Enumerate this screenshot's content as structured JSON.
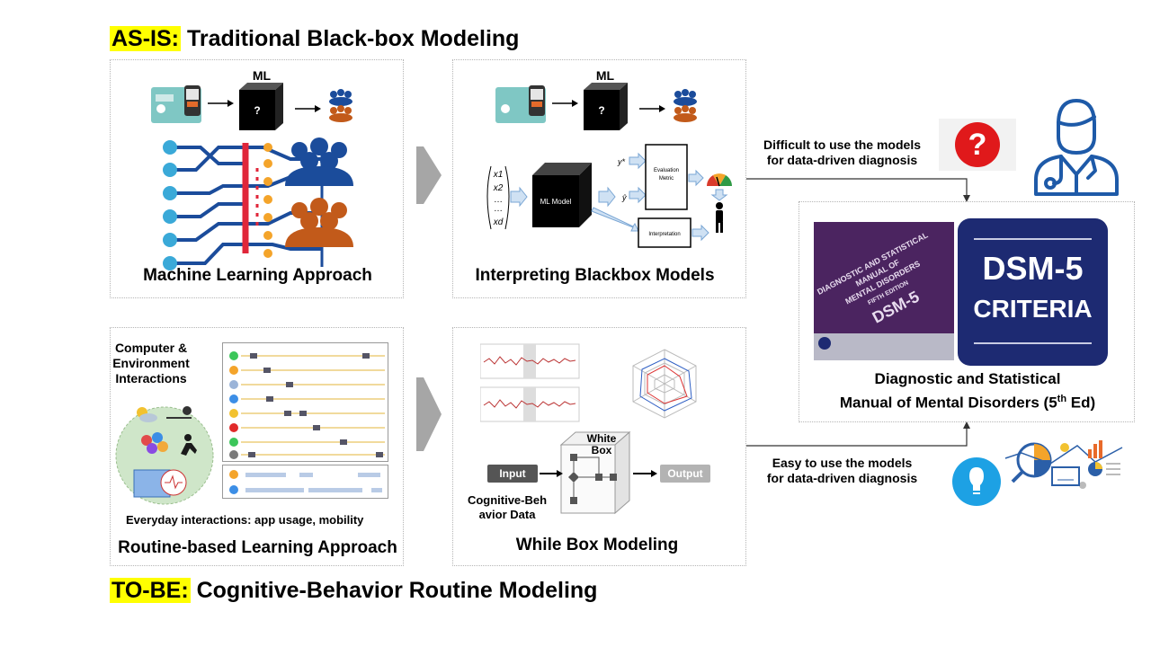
{
  "as_is": {
    "tag": "AS-IS:",
    "title": "Traditional Black-box Modeling"
  },
  "to_be": {
    "tag": "TO-BE:",
    "title": "Cognitive-Behavior Routine Modeling"
  },
  "panel_ml": {
    "box_label": "ML",
    "box_symbol": "?",
    "caption": "Machine Learning Approach"
  },
  "panel_interp": {
    "box_label": "ML",
    "box_symbol": "?",
    "model_label": "ML Model",
    "eval_label_1": "Evaluation",
    "eval_label_2": "Metric",
    "interp_label": "Interpretation",
    "y_star": "y*",
    "y_hat": "ŷ",
    "x1": "x1",
    "x2": "x2",
    "xdots": "…",
    "xd": "xd",
    "caption": "Interpreting Blackbox Models"
  },
  "panel_routine": {
    "label_line1": "Computer &",
    "label_line2": "Environment",
    "label_line3": "Interactions",
    "subcaption": "Everyday interactions: app usage, mobility",
    "caption": "Routine-based Learning Approach"
  },
  "panel_whitebox": {
    "white_label_1": "White",
    "white_label_2": "Box",
    "input_label": "Input",
    "output_label": "Output",
    "data_label_1": "Cognitive-Beh",
    "data_label_2": "avior Data",
    "caption": "While Box Modeling"
  },
  "arrows": {
    "difficult_line1": "Difficult to use the models",
    "difficult_line2": "for data-driven diagnosis",
    "easy_line1": "Easy to use the models",
    "easy_line2": "for data-driven diagnosis"
  },
  "dsm": {
    "book_lines": [
      "DIAGNOSTIC AND STATISTICAL",
      "MANUAL OF",
      "MENTAL DISORDERS",
      "FIFTH EDITION",
      "DSM-5"
    ],
    "badge_line1": "DSM-5",
    "badge_line2": "CRITERIA",
    "caption_line1": "Diagnostic and Statistical",
    "caption_line2": "Manual of Mental Disorders (5",
    "caption_sup": "th",
    "caption_end": " Ed)"
  },
  "icons": {
    "question_mark": "?"
  },
  "colors": {
    "highlight": "#ffff00",
    "neural_blue": "#3aa9d8",
    "neural_orange": "#f4a42a",
    "people_blue": "#1b4c9b",
    "people_orange": "#c25a1a",
    "dsm_purple": "#4b2460",
    "dsm_badge": "#1d2a72",
    "doctor_blue": "#1e5aa8",
    "question_red": "#e0191b",
    "routine_line": "#e3b53a"
  }
}
